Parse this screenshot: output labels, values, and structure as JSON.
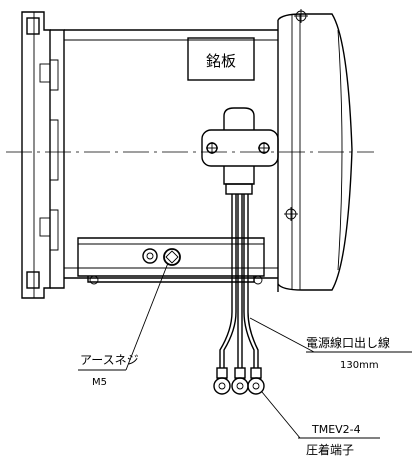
{
  "labels": {
    "nameplate": "銘板",
    "earth_screw": "アースネジ",
    "earth_screw_size": "M5",
    "lead_wire": "電源線口出し線",
    "lead_wire_length": "130mm",
    "terminal_model": "TMEV2-4",
    "terminal_name": "圧着端子"
  },
  "colors": {
    "line": "#000000",
    "background": "#ffffff"
  }
}
